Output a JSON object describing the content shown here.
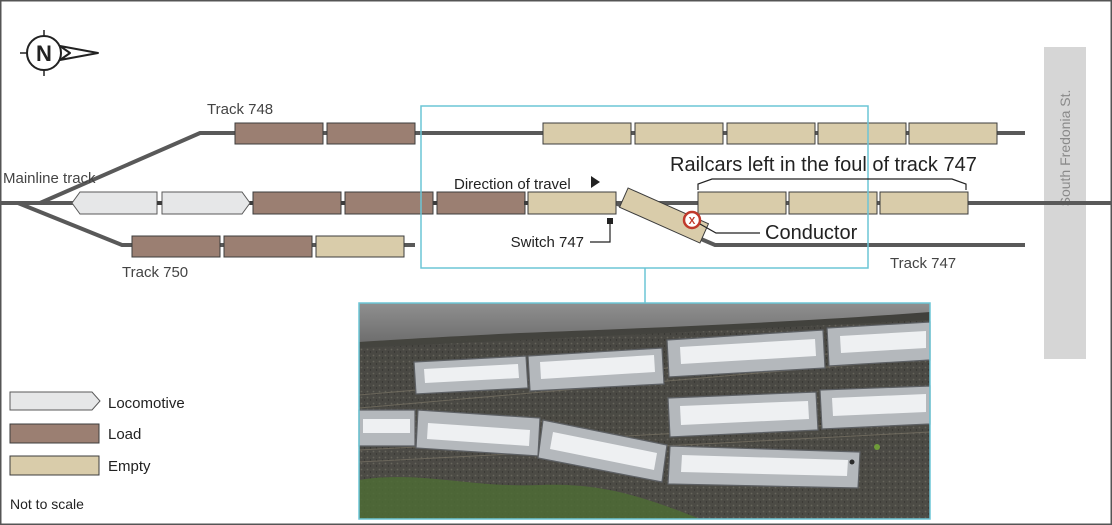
{
  "compass": {
    "letter": "N"
  },
  "labels": {
    "track_748": "Track 748",
    "mainline": "Mainline track",
    "track_750": "Track 750",
    "track_747": "Track 747",
    "direction": "Direction of travel",
    "switch": "Switch 747",
    "railcars_foul": "Railcars left in the foul of track 747",
    "conductor": "Conductor",
    "conductor_marker": "X",
    "street": "South Fredonia St."
  },
  "legend": {
    "locomotive": "Locomotive",
    "load": "Load",
    "empty": "Empty",
    "note": "Not to scale"
  },
  "colors": {
    "locomotive_fill": "#e6e7e8",
    "load_fill": "#9b7f72",
    "empty_fill": "#d9ccaa",
    "track": "#595959",
    "inset_frame": "#6cc5d6",
    "conductor_marker": "#c0392b",
    "street_fill": "#d6d6d6",
    "border": "#555555"
  }
}
